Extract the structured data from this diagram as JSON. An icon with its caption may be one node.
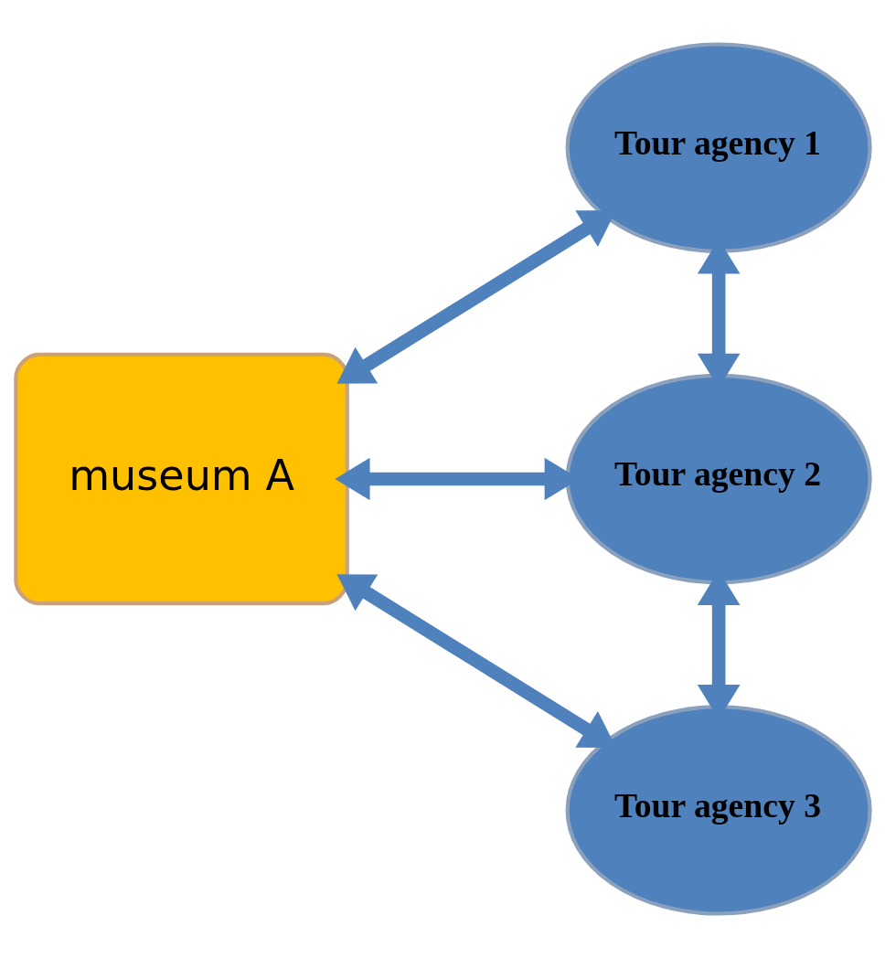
{
  "diagram": {
    "nodes": [
      {
        "text": [
          "museum A"
        ]
      },
      {
        "text": [
          "Tour agency 1"
        ]
      },
      {
        "text": [
          "Tour agency 2"
        ]
      },
      {
        "text": [
          "Tour agency 3"
        ]
      }
    ],
    "edges": [
      {
        "from": 0,
        "to": 1,
        "arrow": "both"
      },
      {
        "from": 1,
        "to": 2,
        "arrow": "both"
      },
      {
        "from": 0,
        "to": 2,
        "arrow": "both"
      },
      {
        "from": 2,
        "to": 3,
        "arrow": "both"
      },
      {
        "from": 0,
        "to": 3,
        "arrow": "both"
      }
    ]
  }
}
